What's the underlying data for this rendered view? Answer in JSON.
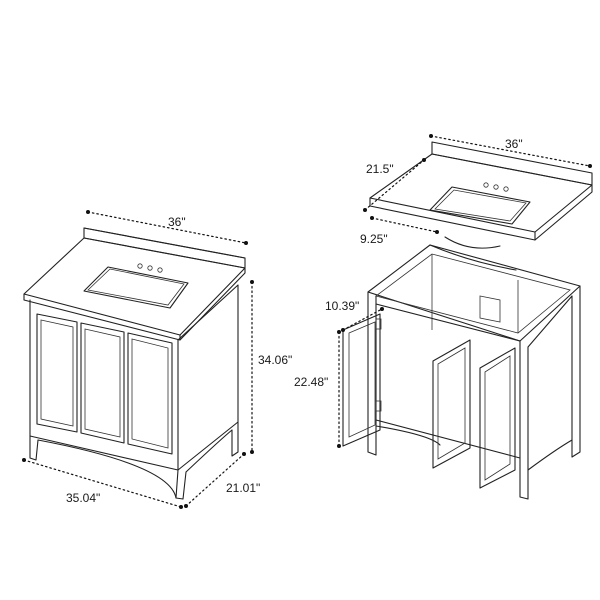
{
  "assembled_view": {
    "width_label": "36\"",
    "front_width_label": "35.04\"",
    "depth_label": "21.01\"",
    "height_label": "34.06\""
  },
  "exploded_view": {
    "top_width_label": "36\"",
    "top_depth_label": "21.5\"",
    "top_back_label": "9.25\"",
    "cabinet_gap_label": "10.39\"",
    "door_height_label": "22.48\""
  }
}
